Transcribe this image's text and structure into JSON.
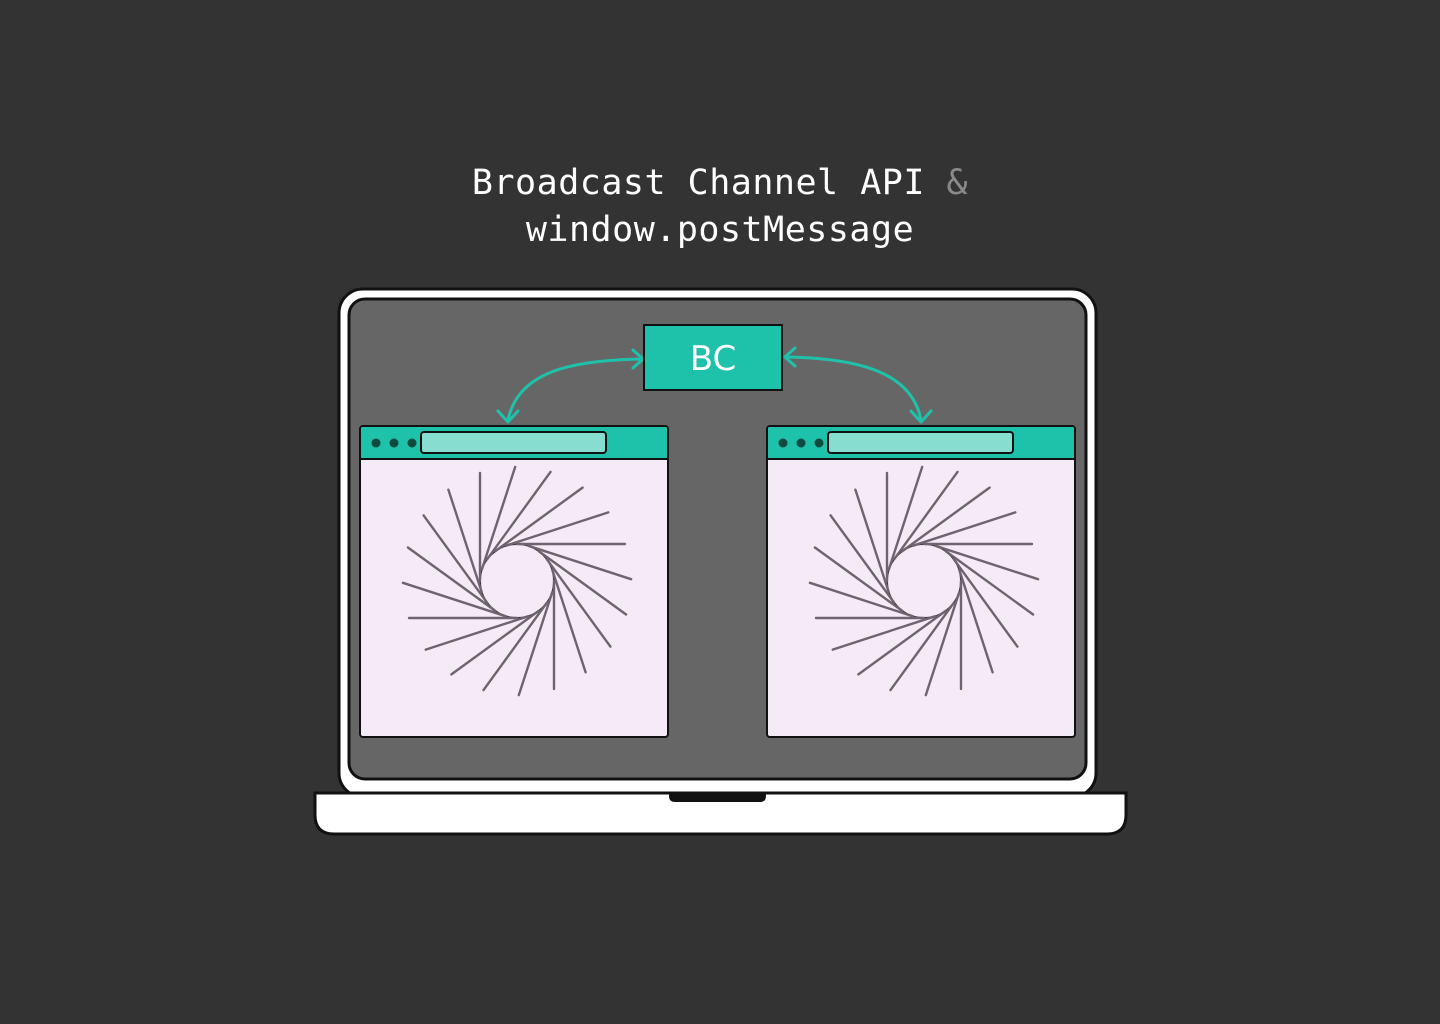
{
  "title": {
    "line1": "Broadcast Channel API",
    "amp": "&",
    "line2": "window.postMessage"
  },
  "hub": {
    "label": "BC"
  },
  "colors": {
    "background": "#333333",
    "teal": "#1ec2aa",
    "teal_light": "#86ddd0",
    "window_body": "#f4ebf6",
    "screen": "#666666",
    "spiral": "#6e6470"
  },
  "windows": [
    {
      "name": "left-browser-window",
      "icon": "spiral-icon"
    },
    {
      "name": "right-browser-window",
      "icon": "spiral-icon"
    }
  ]
}
